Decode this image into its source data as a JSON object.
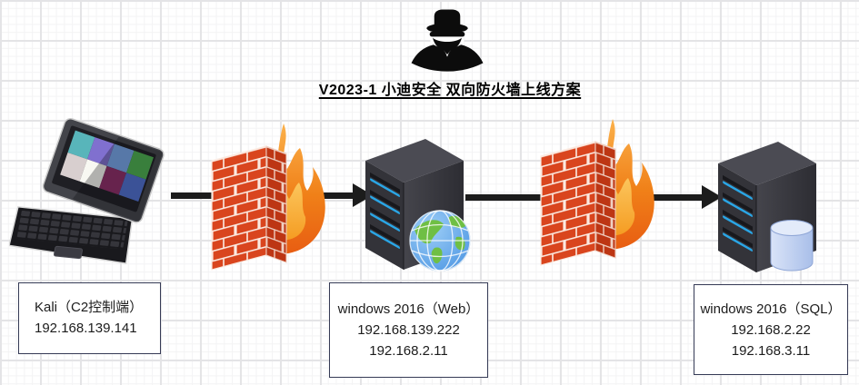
{
  "title": "V2023-1 小迪安全 双向防火墙上线方案",
  "nodes": {
    "kali": {
      "name": "Kali（C2控制端）",
      "ips": [
        "192.168.139.141"
      ]
    },
    "web": {
      "name": "windows 2016（Web）",
      "ips": [
        "192.168.139.222",
        "192.168.2.11"
      ]
    },
    "sql": {
      "name": "windows 2016（SQL）",
      "ips": [
        "192.168.2.22",
        "192.168.3.11"
      ]
    }
  },
  "connections": [
    {
      "from": "kali",
      "to": "web",
      "via": "firewall"
    },
    {
      "from": "web",
      "to": "sql",
      "via": "firewall"
    }
  ],
  "icons": {
    "attacker": "spy-hacker-icon",
    "kali_device": "laptop-icon",
    "barrier": "firewall-brick-fire-icon",
    "web_device": "server-tower-globe-icon",
    "sql_device": "server-tower-database-icon",
    "link": "right-arrow-icon"
  },
  "colors": {
    "grid_major": "#e4e4e6",
    "grid_minor": "#f3f3f4",
    "arrow": "#1c1c1c",
    "brick_red": "#d9451e",
    "flame_orange": "#f08018",
    "label_border": "#353a55",
    "server_slot_blue": "#2aa6e6",
    "title_text": "#000000"
  }
}
